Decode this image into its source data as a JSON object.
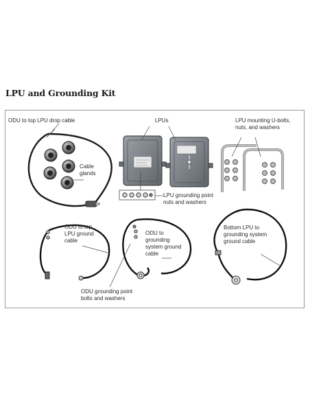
{
  "heading": "LPU and Grounding Kit",
  "labels": {
    "odu_top_drop": "ODU to top LPU drop cable",
    "lpus": "LPUs",
    "lpu_mounting": "LPU mounting U-bolts,\nnuts, and washers",
    "cable_glands": "Cable\nglands",
    "lpu_grounding_point": "LPU grounding point\nnuts and washers",
    "odu_top_ground": "ODU to top\nLPU ground\ncable",
    "odu_grounding_system": "ODU to\ngrounding\nsystem ground\ncable",
    "bottom_lpu": "Bottom LPU to\ngrounding system\nground cable",
    "odu_grounding_bolts": "ODU grounding point\nbolts and washers"
  }
}
